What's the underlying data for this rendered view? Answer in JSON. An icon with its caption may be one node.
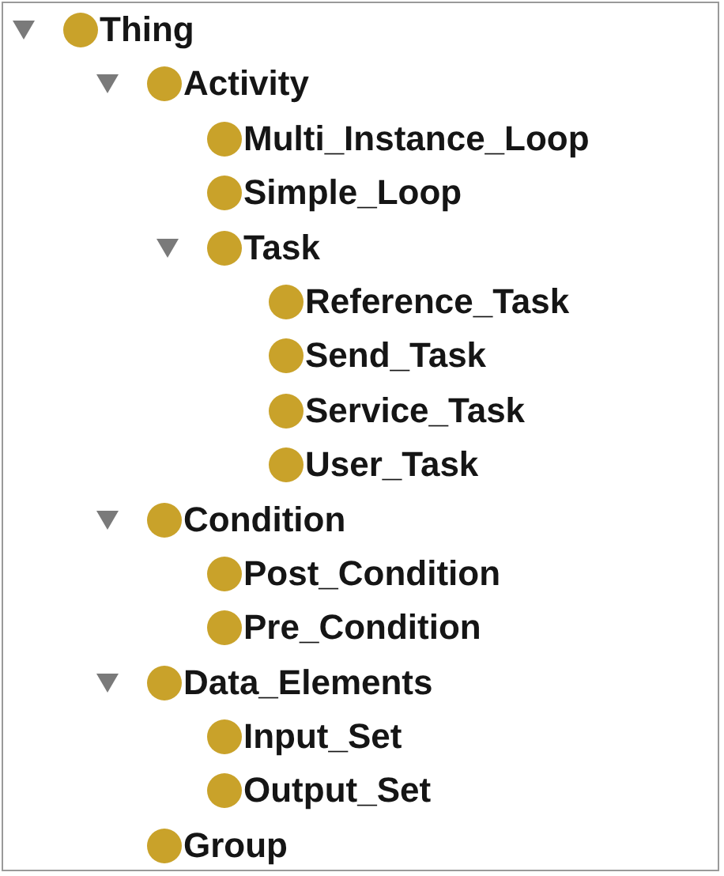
{
  "diagram": {
    "nodes": [
      {
        "text": [
          "Thing"
        ]
      },
      {
        "text": [
          "Activity"
        ]
      },
      {
        "text": [
          "Multi_Instance_Loop"
        ]
      },
      {
        "text": [
          "Simple_Loop"
        ]
      },
      {
        "text": [
          "Task"
        ]
      },
      {
        "text": [
          "Reference_Task"
        ]
      },
      {
        "text": [
          "Send_Task"
        ]
      },
      {
        "text": [
          "Service_Task"
        ]
      },
      {
        "text": [
          "User_Task"
        ]
      },
      {
        "text": [
          "Condition"
        ]
      },
      {
        "text": [
          "Post_Condition"
        ]
      },
      {
        "text": [
          "Pre_Condition"
        ]
      },
      {
        "text": [
          "Data_Elements"
        ]
      },
      {
        "text": [
          "Input_Set"
        ]
      },
      {
        "text": [
          "Output_Set"
        ]
      },
      {
        "text": [
          "Group"
        ]
      }
    ]
  }
}
